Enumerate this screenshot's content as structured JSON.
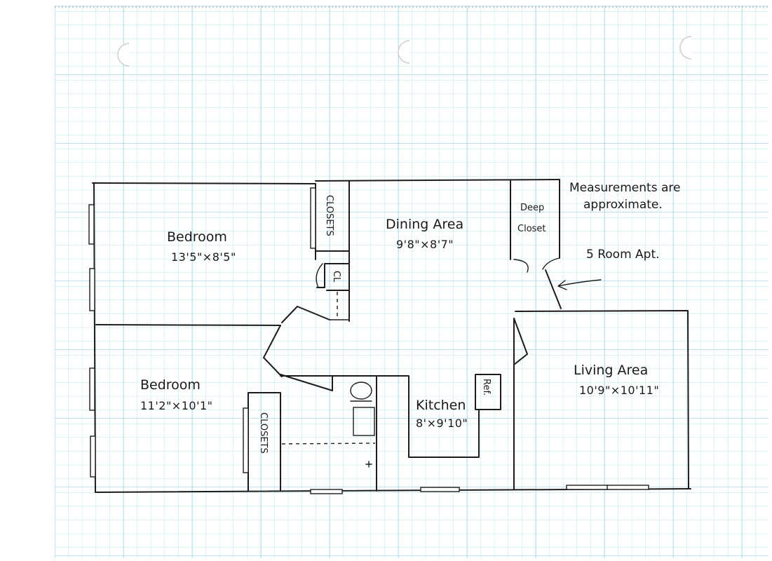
{
  "rooms": {
    "bedroom1": {
      "name": "Bedroom",
      "dims": "13'5\"×8'5\""
    },
    "bedroom2": {
      "name": "Bedroom",
      "dims": "11'2\"×10'1\""
    },
    "dining": {
      "name": "Dining Area",
      "dims": "9'8\"×8'7\""
    },
    "kitchen": {
      "name": "Kitchen",
      "dims": "8'×9'10\""
    },
    "living": {
      "name": "Living Area",
      "dims": "10'9\"×10'11\""
    }
  },
  "fixtures": {
    "closets_top": "CLOSETS",
    "closets_bottom": "CLOSETS",
    "closet_small": "CL",
    "deep_closet_line1": "Deep",
    "deep_closet_line2": "Closet",
    "refrigerator": "Ref."
  },
  "notes": {
    "measurements_line1": "Measurements are",
    "measurements_line2": "approximate.",
    "apartment_type": "5 Room Apt."
  },
  "colors": {
    "grid": "#a9dbe8",
    "ink": "#1c1c1c",
    "paper": "#ffffff"
  }
}
